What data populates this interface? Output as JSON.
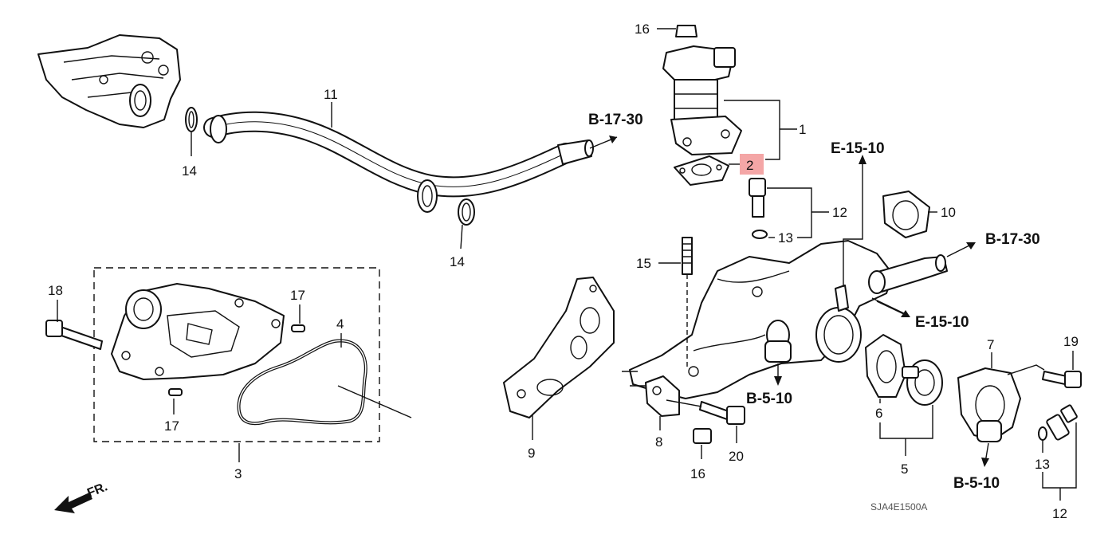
{
  "callouts": {
    "c16_top": "16",
    "c11": "11",
    "c14_left": "14",
    "c14_right": "14",
    "c1": "1",
    "c2": "2",
    "c12_upper": "12",
    "c13_upper": "13",
    "c10": "10",
    "c15": "15",
    "c18": "18",
    "c17_upper": "17",
    "c4": "4",
    "c17_lower": "17",
    "c3": "3",
    "c9": "9",
    "c8": "8",
    "c16_bottom": "16",
    "c20": "20",
    "c6": "6",
    "c5": "5",
    "c7": "7",
    "c19": "19",
    "c13_lower": "13",
    "c12_lower": "12"
  },
  "refs": {
    "b1730_left": "B-17-30",
    "e1510_top": "E-15-10",
    "b1730_right": "B-17-30",
    "e1510_mid": "E-15-10",
    "b510_left": "B-5-10",
    "b510_right": "B-5-10"
  },
  "front_indicator": "FR.",
  "diagram_code": "SJA4E1500A",
  "highlight_color": "#f4a6a6"
}
